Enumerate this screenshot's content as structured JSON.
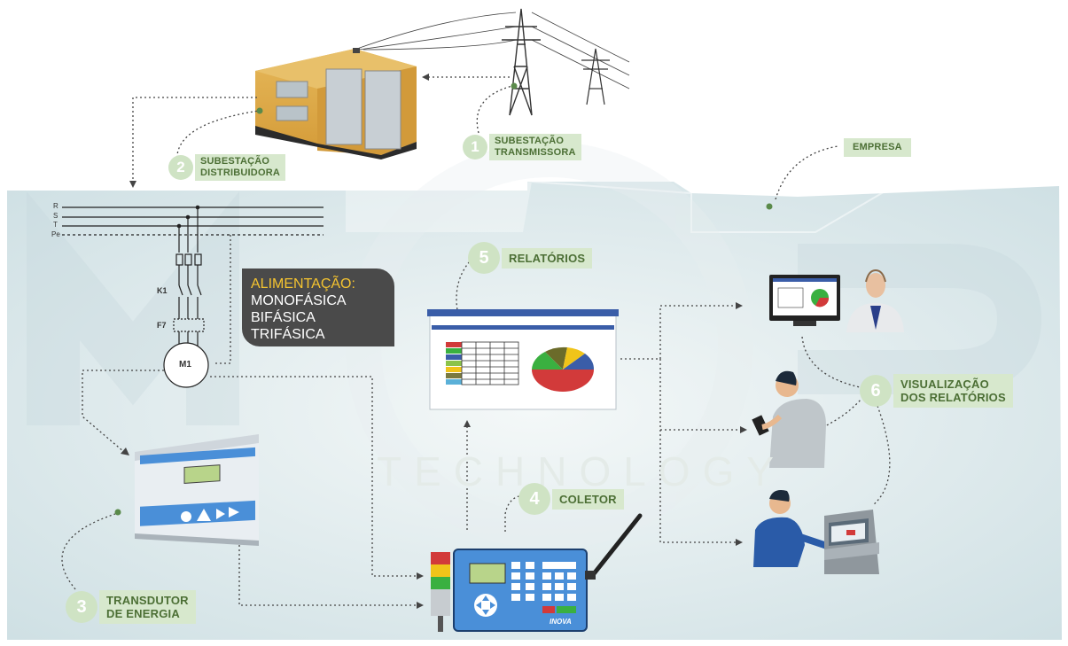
{
  "steps": [
    {
      "num": "1",
      "label_line1": "SUBESTAÇÃO",
      "label_line2": "TRANSMISSORA"
    },
    {
      "num": "2",
      "label_line1": "SUBESTAÇÃO",
      "label_line2": "DISTRIBUIDORA"
    },
    {
      "num": "3",
      "label_line1": "TRANSDUTOR",
      "label_line2": "DE ENERGIA"
    },
    {
      "num": "4",
      "label_line1": "COLETOR"
    },
    {
      "num": "5",
      "label_line1": "RELATÓRIOS"
    },
    {
      "num": "6",
      "label_line1": "VISUALIZAÇÃO",
      "label_line2": "DOS RELATÓRIOS"
    }
  ],
  "empresa": "EMPRESA",
  "alimentacao": {
    "title": "ALIMENTAÇÃO:",
    "lines": [
      "MONOFÁSICA",
      "BIFÁSICA",
      "TRIFÁSICA"
    ]
  },
  "watermark": "TECHNOLOGY",
  "circuit": {
    "phases": [
      "R",
      "S",
      "T",
      "Pe"
    ],
    "contactor": "K1",
    "relay": "F7",
    "motor": "M1"
  },
  "collector_brand": "INOVA",
  "colors": {
    "badge": "#cfe3c4",
    "label_bg": "#d7e8cd",
    "label_text": "#4c6f35",
    "background": "#dde9eb",
    "accent_yellow": "#f5c430",
    "dark_box": "#4a4a4a",
    "blue_device": "#3f7fc8"
  }
}
